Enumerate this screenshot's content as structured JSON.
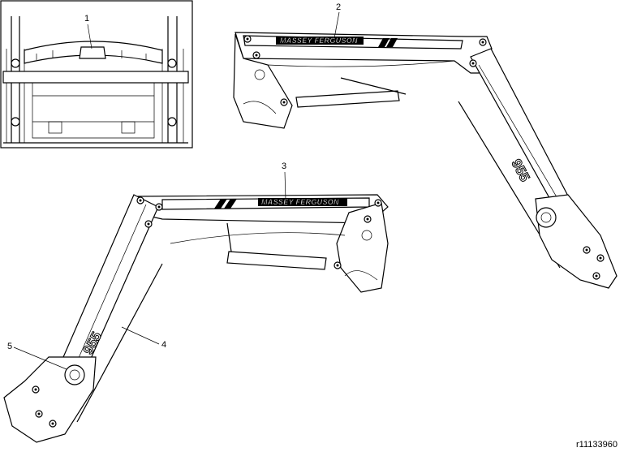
{
  "callouts": [
    {
      "label": "1"
    },
    {
      "label": "2"
    },
    {
      "label": "3"
    },
    {
      "label": "4"
    },
    {
      "label": "5"
    }
  ],
  "decals": {
    "brand_text": "MASSEY FERGUSON",
    "model_text": "955"
  },
  "reference_code": "r11133960"
}
